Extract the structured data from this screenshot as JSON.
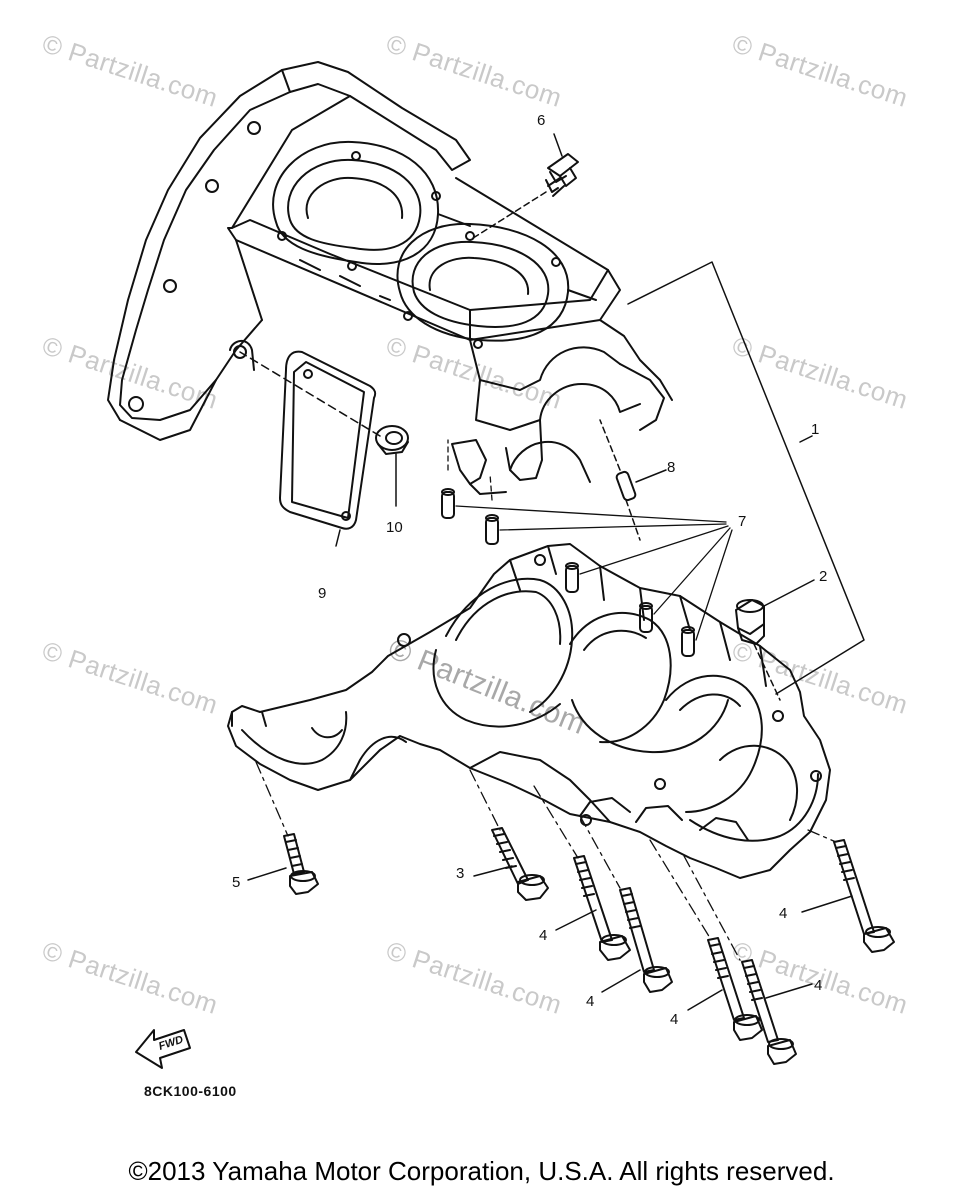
{
  "watermarks": {
    "text": "© Partzilla.com",
    "center_text": "© Partzilla.com"
  },
  "callouts": {
    "c1": "1",
    "c2": "2",
    "c3": "3",
    "c4a": "4",
    "c4b": "4",
    "c4c": "4",
    "c4d": "4",
    "c4e": "4",
    "c5": "5",
    "c6": "6",
    "c7": "7",
    "c8": "8",
    "c9": "9",
    "c10": "10"
  },
  "fwd_label": "FWD",
  "diagram_code": "8CK100-6100",
  "copyright": "©2013 Yamaha Motor Corporation, U.S.A. All rights reserved.",
  "colors": {
    "line": "#111111",
    "watermark": "#c9c9c9"
  }
}
